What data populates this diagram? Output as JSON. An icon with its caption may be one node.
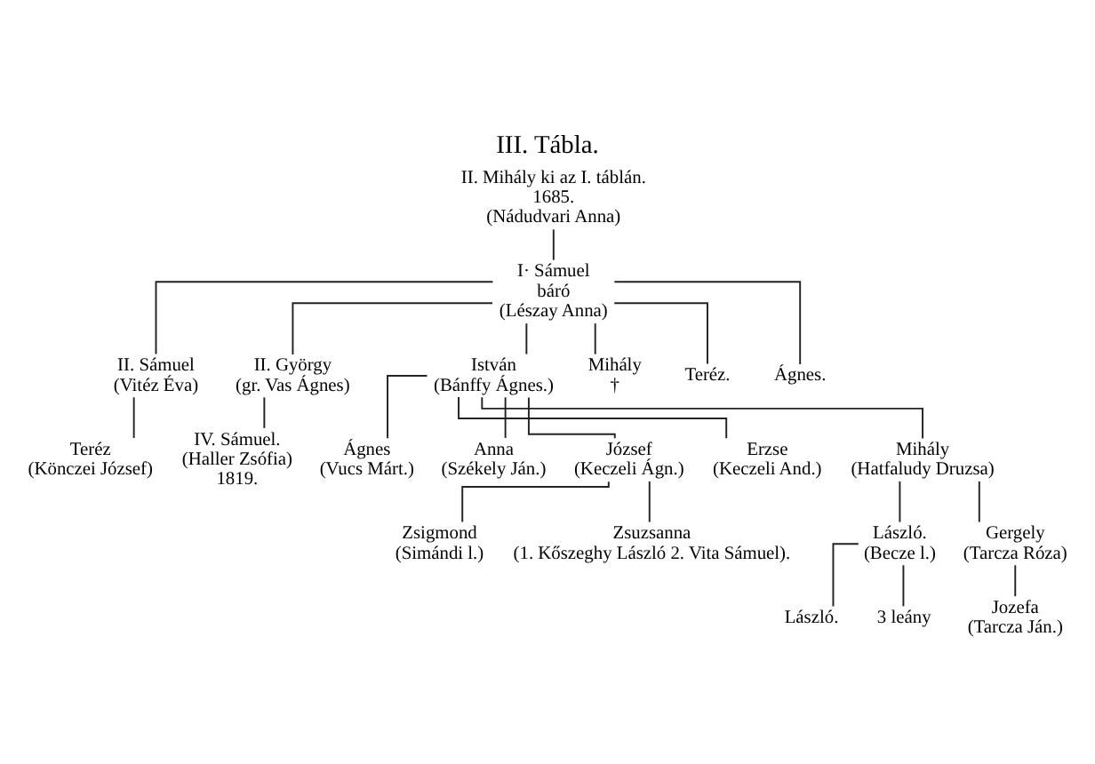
{
  "diagram": {
    "title": "III. Tábla.",
    "nodes": [
      {
        "text": [
          "II. Mihály ki az I. táblán.",
          "1685.",
          "(Nádudvari Anna)"
        ]
      },
      {
        "text": [
          "I· Sámuel",
          "báró",
          "(Lészay Anna)"
        ]
      },
      {
        "text": [
          "II. Sámuel",
          "(Vitéz Éva)"
        ]
      },
      {
        "text": [
          "II. György",
          "(gr. Vas Ágnes)"
        ]
      },
      {
        "text": [
          "István",
          "(Bánffy Ágnes.)"
        ]
      },
      {
        "text": [
          "Mihály",
          "†"
        ]
      },
      {
        "text": [
          "Teréz."
        ]
      },
      {
        "text": [
          "Ágnes."
        ]
      },
      {
        "text": [
          "Teréz",
          "(Könczei József)"
        ]
      },
      {
        "text": [
          "IV. Sámuel.",
          "(Haller Zsófia)",
          "1819."
        ]
      },
      {
        "text": [
          "Ágnes",
          "(Vucs Márt.)"
        ]
      },
      {
        "text": [
          "Anna",
          "(Székely Ján.)"
        ]
      },
      {
        "text": [
          "József",
          "(Keczeli Ágn.)"
        ]
      },
      {
        "text": [
          "Erzse",
          "(Keczeli And.)"
        ]
      },
      {
        "text": [
          "Mihály",
          "(Hatfaludy Druzsa)"
        ]
      },
      {
        "text": [
          "Zsigmond",
          "(Simándi l.)"
        ]
      },
      {
        "text": [
          "Zsuzsanna",
          "(1. Kőszeghy László 2. Vita Sámuel)."
        ]
      },
      {
        "text": [
          "László.",
          "(Becze l.)"
        ]
      },
      {
        "text": [
          "Gergely",
          "(Tarcza Róza)"
        ]
      },
      {
        "text": [
          "László."
        ]
      },
      {
        "text": [
          "3 leány"
        ]
      },
      {
        "text": [
          "Jozefa",
          "(Tarcza Ján.)"
        ]
      }
    ],
    "edges": [
      {
        "from": 0,
        "to": 1,
        "arrow": "none"
      },
      {
        "from": 1,
        "to": 2,
        "arrow": "none"
      },
      {
        "from": 1,
        "to": 3,
        "arrow": "none"
      },
      {
        "from": 1,
        "to": 4,
        "arrow": "none"
      },
      {
        "from": 1,
        "to": 5,
        "arrow": "none"
      },
      {
        "from": 1,
        "to": 6,
        "arrow": "none"
      },
      {
        "from": 1,
        "to": 7,
        "arrow": "none"
      },
      {
        "from": 2,
        "to": 8,
        "arrow": "none"
      },
      {
        "from": 3,
        "to": 9,
        "arrow": "none"
      },
      {
        "from": 4,
        "to": 10,
        "arrow": "none"
      },
      {
        "from": 4,
        "to": 11,
        "arrow": "none"
      },
      {
        "from": 4,
        "to": 12,
        "arrow": "none"
      },
      {
        "from": 4,
        "to": 13,
        "arrow": "none"
      },
      {
        "from": 4,
        "to": 14,
        "arrow": "none"
      },
      {
        "from": 12,
        "to": 15,
        "arrow": "none"
      },
      {
        "from": 12,
        "to": 16,
        "arrow": "none"
      },
      {
        "from": 14,
        "to": 17,
        "arrow": "none"
      },
      {
        "from": 14,
        "to": 18,
        "arrow": "none"
      },
      {
        "from": 17,
        "to": 19,
        "arrow": "none"
      },
      {
        "from": 17,
        "to": 20,
        "arrow": "none"
      },
      {
        "from": 18,
        "to": 21,
        "arrow": "none"
      }
    ]
  }
}
